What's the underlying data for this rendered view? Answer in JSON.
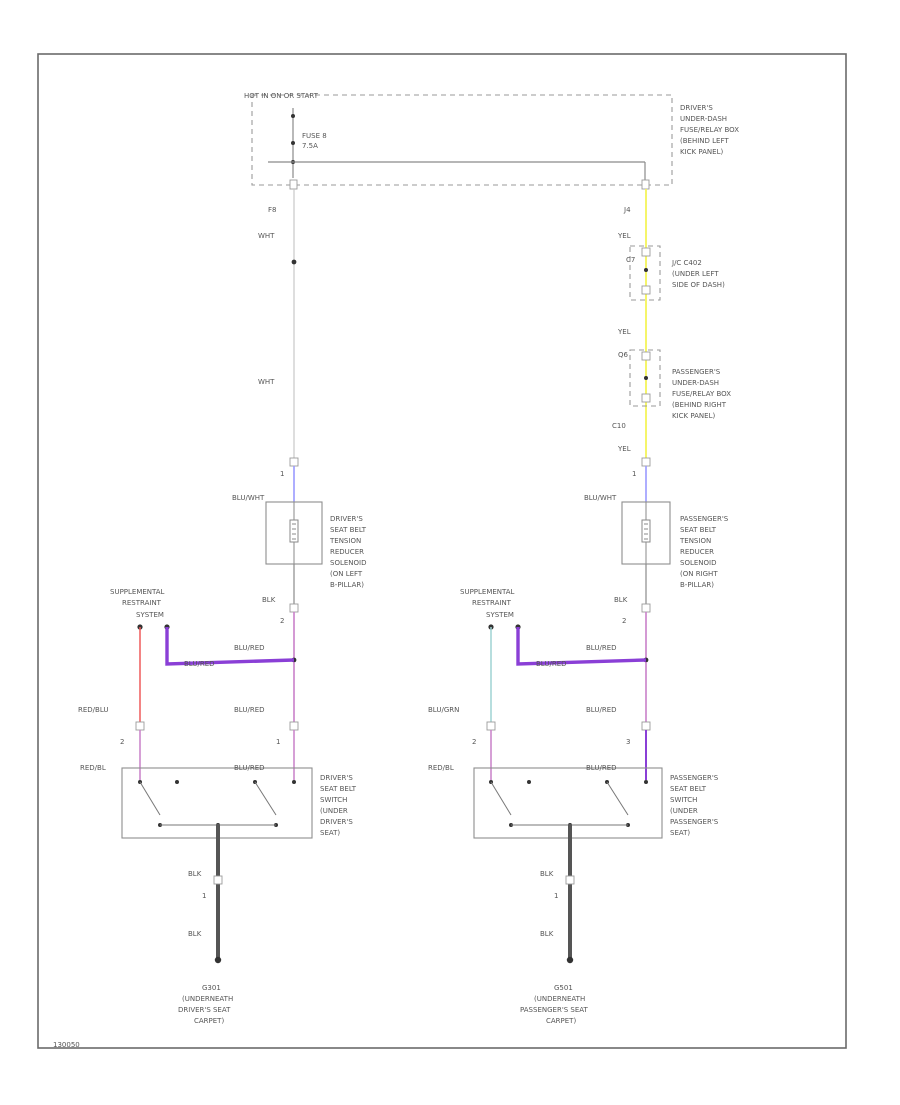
{
  "diagram_id": "130050",
  "top_block": {
    "title": "HOT IN ON OR START",
    "fuse_name": "FUSE 8",
    "fuse_rating": "7.5A",
    "location": [
      "DRIVER'S",
      "UNDER-DASH",
      "FUSE/RELAY BOX",
      "(BEHIND LEFT",
      "KICK PANEL)"
    ]
  },
  "left_branch": {
    "pin_top": "F8",
    "wire_upper": "WHT",
    "wire_lower": "WHT",
    "tensioner_pin": "1",
    "tensioner_wire": "BLU/WHT",
    "tensioner": [
      "DRIVER'S",
      "SEAT BELT",
      "TENSION",
      "REDUCER",
      "SOLENOID",
      "(ON LEFT",
      "B-PILLAR)"
    ],
    "tensioner_out_wire": "BLK",
    "tensioner_out_pin": "2",
    "srs": [
      "SUPPLEMENTAL",
      "RESTRAINT",
      "SYSTEM"
    ],
    "junction_wire": "BLU/RED",
    "srs_wire": "BLU/RED",
    "switch_wire_a": "RED/BLU",
    "switch_pin_a": "2",
    "switch_wire_b": "BLU/RED",
    "switch_pin_b": "1",
    "switch_label_a": "RED/BL",
    "switch_label_b": "BLU/RED",
    "switch": [
      "DRIVER'S",
      "SEAT BELT",
      "SWITCH",
      "(UNDER",
      "DRIVER'S",
      "SEAT)"
    ],
    "ground_wire_upper": "BLK",
    "ground_pin": "1",
    "ground_wire_lower": "BLK",
    "ground": [
      "G301",
      "(UNDERNEATH",
      "DRIVER'S SEAT",
      "CARPET)"
    ]
  },
  "right_branch": {
    "pin_top": "J4",
    "wire_1": "YEL",
    "jc_pin": "C7",
    "jc": [
      "J/C C402",
      "(UNDER LEFT",
      "SIDE OF DASH)"
    ],
    "wire_2": "YEL",
    "pr_box_pin": "Q6",
    "pr_box": [
      "PASSENGER'S",
      "UNDER-DASH",
      "FUSE/RELAY BOX",
      "(BEHIND RIGHT",
      "KICK PANEL)"
    ],
    "pin_c": "C10",
    "wire_3": "YEL",
    "tensioner_pin": "1",
    "tensioner_wire": "BLU/WHT",
    "tensioner": [
      "PASSENGER'S",
      "SEAT BELT",
      "TENSION",
      "REDUCER",
      "SOLENOID",
      "(ON RIGHT",
      "B-PILLAR)"
    ],
    "tensioner_out_wire": "BLK",
    "tensioner_out_pin": "2",
    "srs": [
      "SUPPLEMENTAL",
      "RESTRAINT",
      "SYSTEM"
    ],
    "junction_wire": "BLU/RED",
    "srs_wire": "BLU/RED",
    "switch_wire_a": "BLU/GRN",
    "switch_pin_a": "2",
    "switch_wire_b": "BLU/RED",
    "switch_pin_b": "3",
    "switch_label_a": "RED/BL",
    "switch_label_b": "BLU/RED",
    "switch": [
      "PASSENGER'S",
      "SEAT BELT",
      "SWITCH",
      "(UNDER",
      "PASSENGER'S",
      "SEAT)"
    ],
    "ground_wire_upper": "BLK",
    "ground_pin": "1",
    "ground_wire_lower": "BLK",
    "ground": [
      "G501",
      "(UNDERNEATH",
      "PASSENGER'S SEAT",
      "CARPET)"
    ]
  },
  "colors": {
    "wht": "#c7c7c7",
    "yel": "#f4f45a",
    "blu_wht": "#9a9aff",
    "blu_red": "#8a3fd6",
    "red_blu": "#ef5a5a",
    "blu_grn": "#9fd3d3",
    "blk": "#555555",
    "pink": "#c980c9"
  }
}
